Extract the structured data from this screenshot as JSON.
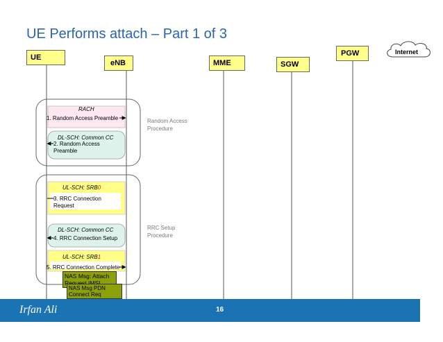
{
  "title": "UE Performs attach – Part 1 of 3",
  "entities": {
    "ue": "UE",
    "enb": "eNB",
    "mme": "MME",
    "sgw": "SGW",
    "pgw": "PGW",
    "internet": "Internet"
  },
  "groups": {
    "random_access": {
      "label_line1": "Random Access",
      "label_line2": "Procedure"
    },
    "rrc_setup": {
      "label_line1": "RRC Setup",
      "label_line2": "Procedure"
    }
  },
  "channels": {
    "rach": "RACH",
    "dl_sch_1": "DL-SCH: Common CC",
    "ul_sch_0_prefix": "UL-SCH: SRB",
    "ul_sch_0_num": "0",
    "dl_sch_2": "DL-SCH: Common CC",
    "ul_sch_1_prefix": "UL-SCH: SRB",
    "ul_sch_1_num": "1"
  },
  "messages": {
    "m1": "1. Random Access Preamble",
    "m2_line1": "2. Random Access",
    "m2_line2": "Preamble",
    "m3_line1": "3. RRC Connection",
    "m3_line2": "Request",
    "m4": "4. RRC Connection Setup",
    "m5": "5. RRC Connection Complete"
  },
  "nas": {
    "attach_line1": "NAS Msg: Attach",
    "attach_line2": "Request IMSI",
    "pdn_line1": "NAS Msg PDN",
    "pdn_line2": "Connect Req"
  },
  "footer": {
    "author": "Irfan Ali",
    "page": "16"
  },
  "colors": {
    "title": "#2a63b6",
    "entity_fill": "#ffff8a",
    "rach_fill": "#fde8f2",
    "dl_sch_fill": "#ddf3ec",
    "ul_sch_fill": "#ffff88",
    "srb_red": "#e01010",
    "nas_fill": "#8ca00a",
    "footer_fill": "#1a74b4"
  }
}
